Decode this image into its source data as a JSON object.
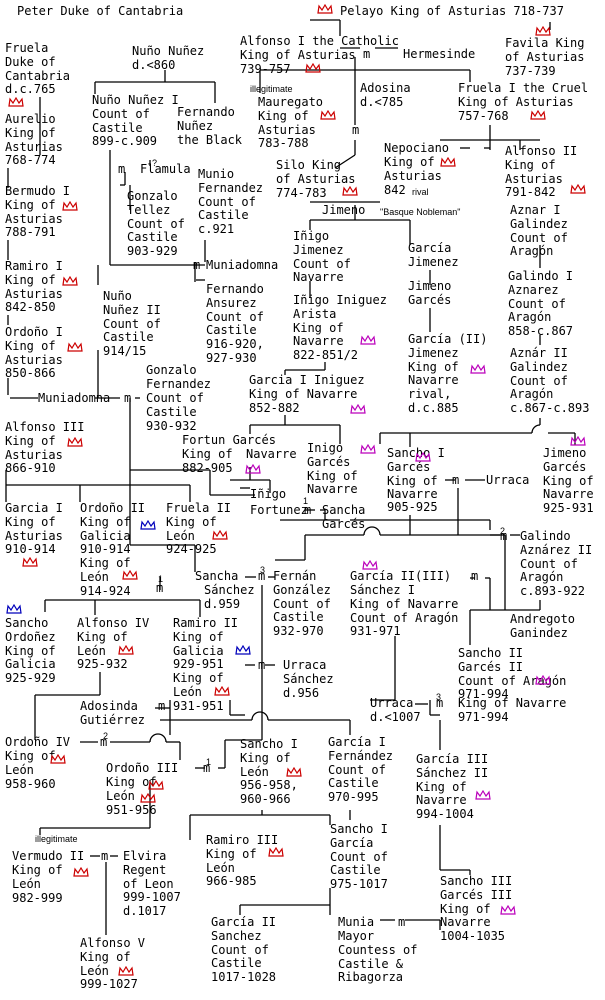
{
  "colors": {
    "line": "#000000",
    "castile_crown": "#cc0000",
    "navarre_crown": "#bb00bb",
    "galicia_crown": "#0000bb",
    "background": "#ffffff"
  },
  "icons": {
    "crown": "crown-icon"
  },
  "persons": {
    "peter": "Peter Duke of Cantabria",
    "pelayo": "Pelayo King of Asturias 718-737",
    "fruela_cantabria": "Fruela\nDuke of\nCantabria\nd.c.765",
    "nuno_nunez": "Nuño Nuñez\nd.<860",
    "alfonso1": "Alfonso I the Catholic\nKing of Asturias",
    "alfonso1_dates": "739-757",
    "hermesinde": "Hermesinde",
    "favila": "Favila King\nof Asturias\n737-739",
    "aurelio": "Aurelio\nKing of\nAsturias\n768-774",
    "nuno_nunez1": "Nuño Nuñez I\nCount of\nCastile\n899-c.909",
    "fernando_black": "Fernando\nNuñez\nthe Black",
    "mauregato": "Mauregato\nKing of\nAsturias\n783-788",
    "adosina": "Adosina\nd.<785",
    "fruela1": "Fruela I the Cruel\nKing of Asturias\n757-768",
    "flamula": "Flamula",
    "gonzalo_tellez": "Gonzalo\nTellez\nCount of\nCastile\n903-929",
    "munio": "Munio\nFernandez\nCount of\nCastile\nc.921",
    "bermudo1": "Bermudo I\nKing of\nAsturias\n788-791",
    "silo": "Silo King\nof Asturias\n774-783",
    "nepociano": "Nepociano",
    "nepociano_title": "King of\nAsturias",
    "nepociano_date": "842",
    "alfonso2": "Alfonso II\nKing of\nAsturias\n791-842",
    "jimeno": "Jimeno",
    "aznar1": "Aznar I\nGalindez\nCount of\nAragón",
    "inigo_jimenez": "Iñigo\nJimenez\nCount of\nNavarre",
    "garcia_jimenez": "García\nJimenez",
    "ramiro1": "Ramiro I\nKing of\nAsturias\n842-850",
    "muniadomna1": "Muniadomna",
    "fernando_ansurez": "Fernando\nAnsurez\nCount of\nCastile\n916-920,\n927-930",
    "galindo1": "Galindo I\nAznarez\nCount of\nAragón\n858-c.867",
    "jimeno_garces": "Jimeno\nGarcés",
    "nuno_nunez2": "Nuño\nNuñez II\nCount of\nCastile\n914/15",
    "inigo_iniguez": "Iñigo Iniguez\nArista\nKing of\nNavarre",
    "inigo_iniguez_dates": "822-851/2",
    "ordono1": "Ordoño I\nKing of\nAsturias\n850-866",
    "garcia_jimenez_rival": "García (II)\nJimenez\nKing of\nNavarre\nrival,\nd.c.885",
    "aznar2": "Aznár II\nGalindez\nCount of\nAragón\nc.867-c.893",
    "gonzalo_fernandez": "Gonzalo\nFernandez",
    "garcia1_iniguez": "Garcia I Iniguez\nKing of Navarre\n852-882",
    "muniadomna2": "Muniadomna",
    "gonzalo_title": "Count of\nCastile\n930-932",
    "alfonso3": "Alfonso III\nKing of\nAsturias\n866-910",
    "fortun": "Fortun Garcés\nKing of",
    "fortun_navarre": "Navarre",
    "fortun_dates": "882-905",
    "inigo_garces": "Inigo\nGarcés\nKing of\nNavarre",
    "sancho1": "Sancho I\nGarcés\nKing of",
    "sancho1_navarre": "Navarre",
    "sancho1_dates": "905-925",
    "urraca1": "Urraca",
    "jimeno_garces2": "Jimeno\nGarcés\nKing of\nNavarre\n925-931",
    "inigo_fortunez": "Iñigo",
    "inigo_fortunez2": "Fortunez",
    "sancha1": "Sancha",
    "sancha1b": "Garcés",
    "garcia1_asturias": "Garcia I\nKing of\nAsturias\n910-914",
    "ordono2": "Ordoño II\nKing of\nGalicia\n910-914\nKing of\nLeón\n914-924",
    "fruela2": "Fruela II\nKing of\nLeón\n924-925",
    "galindo_aznarez2": "Galindo\nAznárez II\nCount of\nAragón\nc.893-922",
    "sancha_sanchez": "Sancha",
    "sancha_sanchez2": "Sánchez\nd.959",
    "fernan_gonzalez": "Fernán\nGonzález\nCount of\nCastile\n932-970",
    "garcia2_sanchez": "García II(III)",
    "garcia2_sanchez2": "Sánchez I\nKing of Navarre\nCount of Aragón\n931-971",
    "andregoto": "Andregoto\nGanindez",
    "sancho_ordonez": "Sancho\nOrdoñez\nKing of\nGalicia\n925-929",
    "alfonso4": "Alfonso IV\nKing of\nLeón\n925-932",
    "ramiro2": "Ramiro II\nKing of\nGalicia\n929-951\nKing of\nLeón",
    "urraca_sanchez": "Urraca\nSánchez\nd.956",
    "sancho2": "Sancho II\nGarcés II\nCount of Aragón\n971-994",
    "adosinda": "Adosinda",
    "adosinda2": "Gutiérrez",
    "ramiro2_dates": "931-951",
    "urraca2": "Urraca",
    "urraca2_date": "d.<1007",
    "sancho2_king": "King of Navarre\n971-994",
    "ordono4": "Ordoño IV",
    "ordono4_title": "King of\nLeón\n958-960",
    "ordono3": "Ordoño III",
    "ordono3_title": "King of\nLeón\n951-956",
    "sancho1_leon": "Sancho I\nKing of\nLeón\n956-958,\n960-966",
    "garcia1_fernandez": "García I\nFernández\nCount of\nCastile\n970-995",
    "garcia3": "García III\nSánchez II\nKing of\nNavarre\n994-1004",
    "ramiro3": "Ramiro III\nKing of\nLeón\n966-985",
    "sancho_garcia": "Sancho I\nGarcía\nCount of\nCastile\n975-1017",
    "vermudo2": "Vermudo II",
    "vermudo2_title": "King of\nLeón\n982-999",
    "elvira": "Elvira\nRegent\nof Leon\n999-1007\nd.1017",
    "sancho3": "Sancho III\nGarcés III\nKing of\nNavarre\n1004-1035",
    "garcia2_sanchez_castile": "García II\nSanchez\nCount of\nCastile\n1017-1028",
    "munia": "Munia",
    "munia2": "Mayor\nCountess of\nCastile &\nRibagorza",
    "alfonso5": "Alfonso V\nKing of\nLeón\n999-1027"
  },
  "annotations": {
    "illegitimate1": "illegitimate",
    "illegitimate2": "illegitimate",
    "basque": "\"Basque Nobleman\"",
    "rival": "rival",
    "phi_q": "?",
    "m": "m",
    "num1": "1",
    "num2": "2",
    "num3": "3"
  }
}
